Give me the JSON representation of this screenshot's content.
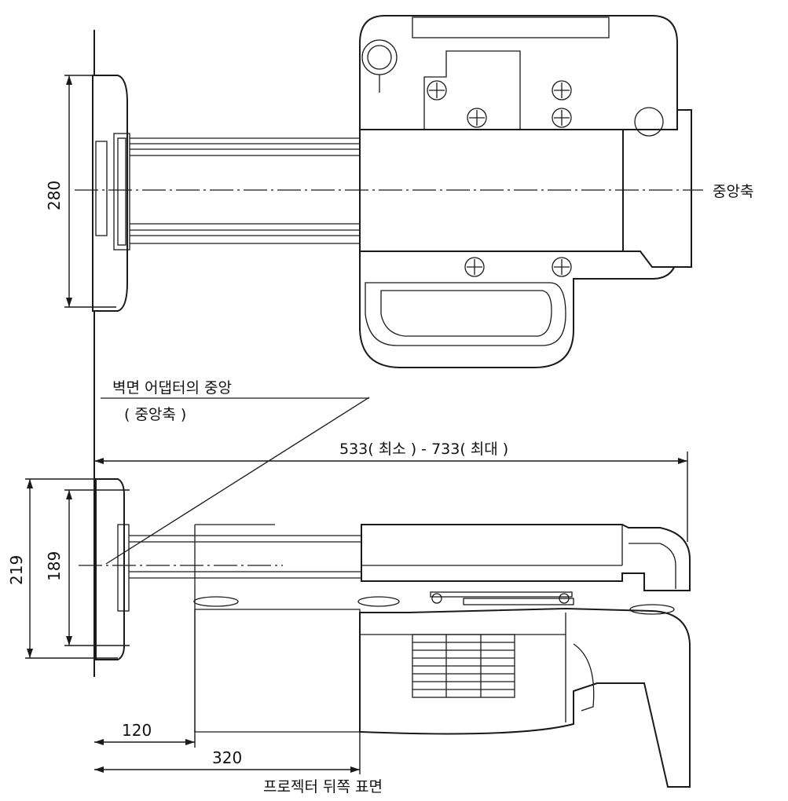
{
  "labels": {
    "center_axis": "중앙축",
    "wall_adapter_center": "벽면 어댑터의 중앙",
    "wall_adapter_center_sub": "( 중앙축 )",
    "range": "533( 최소 ) - 733( 최대 )",
    "projector_rear": "프로젝터 뒤쪽 표면"
  },
  "dimensions": {
    "top_height": "280",
    "side_outer": "219",
    "side_inner": "189",
    "offset_small": "120",
    "offset_large": "320"
  },
  "colors": {
    "line": "#1a1a1a",
    "background": "#ffffff"
  }
}
